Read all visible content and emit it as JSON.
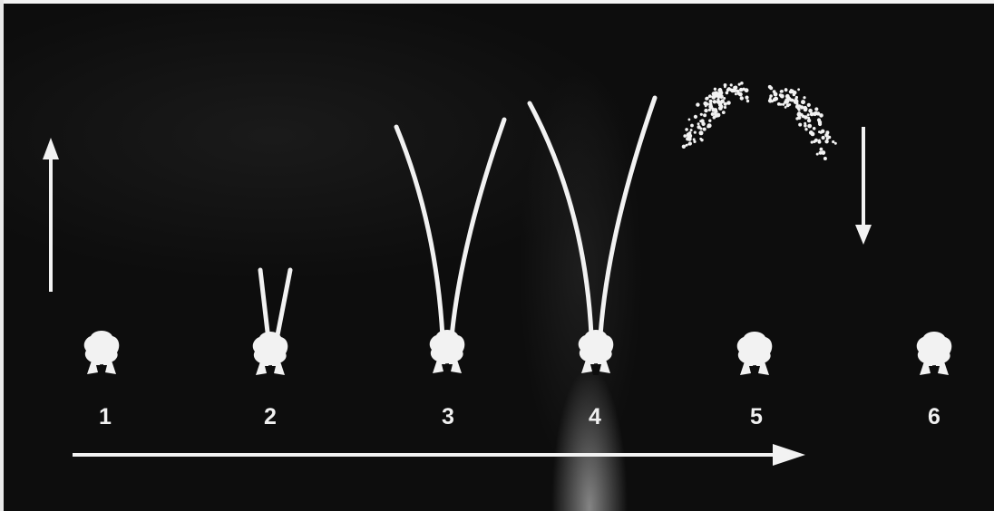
{
  "stages": [
    {
      "label": "1",
      "fibers": "none"
    },
    {
      "label": "2",
      "fibers": "short"
    },
    {
      "label": "3",
      "fibers": "long"
    },
    {
      "label": "4",
      "fibers": "long"
    },
    {
      "label": "5",
      "fibers": "dispersed"
    },
    {
      "label": "6",
      "fibers": "none"
    }
  ],
  "colors": {
    "background": "#0d0d0d",
    "marks": "#f2f2f2"
  },
  "icons": [
    "up-arrow-icon",
    "down-arrow-icon",
    "timeline-arrow-icon",
    "centrosome-icon"
  ]
}
